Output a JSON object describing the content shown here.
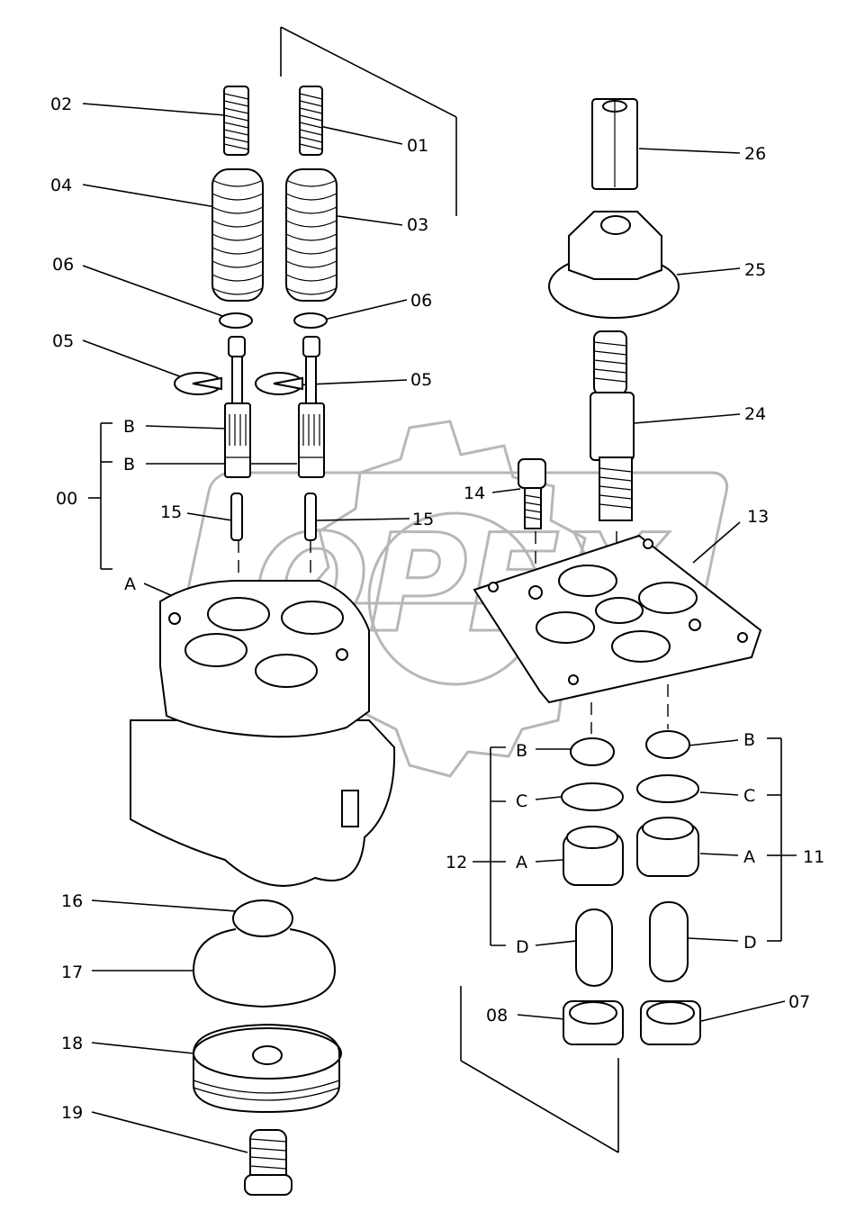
{
  "watermark": {
    "text": "OPEX",
    "color": "#888888"
  },
  "callouts": {
    "c01": "01",
    "c02": "02",
    "c03": "03",
    "c04": "04",
    "c05a": "05",
    "c05b": "05",
    "c06a": "06",
    "c06b": "06",
    "c07": "07",
    "c08": "08",
    "c00": "00",
    "c00B1": "B",
    "c00B2": "B",
    "c00A": "A",
    "c11": "11",
    "c11A": "A",
    "c11B": "B",
    "c11C": "C",
    "c11D": "D",
    "c12": "12",
    "c12A": "A",
    "c12B": "B",
    "c12C": "C",
    "c12D": "D",
    "c13": "13",
    "c14": "14",
    "c15a": "15",
    "c15b": "15",
    "c16": "16",
    "c17": "17",
    "c18": "18",
    "c19": "19",
    "c24": "24",
    "c25": "25",
    "c26": "26"
  }
}
